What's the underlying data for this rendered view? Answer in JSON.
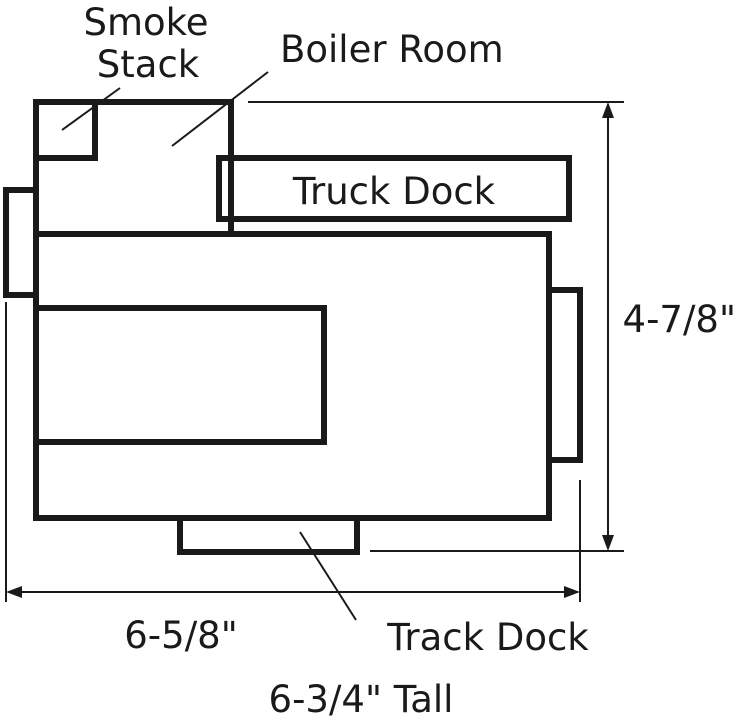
{
  "labels": {
    "smoke_stack_line1": "Smoke",
    "smoke_stack_line2": "Stack",
    "boiler_room": "Boiler Room",
    "truck_dock": "Truck Dock",
    "track_dock": "Track Dock",
    "height_dim": "4-7/8\"",
    "width_dim": "6-5/8\"",
    "tall": "6-3/4\" Tall"
  }
}
